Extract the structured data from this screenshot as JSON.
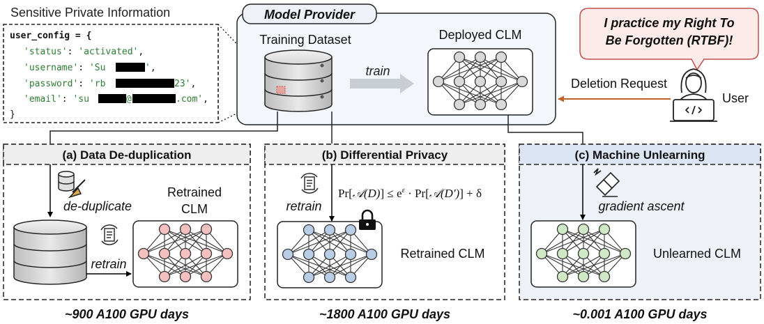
{
  "sensitive_title": "Sensitive Private Information",
  "code": {
    "line1": "user_config = {",
    "key_status": "'status'",
    "val_status": "'activated'",
    "key_username": "'username'",
    "val_username_prefix": "'Su",
    "key_password": "'password'",
    "val_password_prefix": "'rb",
    "val_password_suffix": "23'",
    "key_email": "'email'",
    "val_email_prefix": "'su",
    "val_email_at": "@",
    "val_email_suffix": ".com'",
    "colon": ":",
    "comma": ",",
    "close": "}"
  },
  "model_provider": {
    "title": "Model Provider",
    "training_dataset": "Training Dataset",
    "train_label": "train",
    "deployed_clm": "Deployed CLM"
  },
  "user": {
    "speech_line1": "I practice my Right To",
    "speech_line2": "Be Forgotten (RTBF)!",
    "deletion_request": "Deletion Request",
    "label": "User"
  },
  "panels": [
    {
      "title": "(a) Data De-duplication",
      "step_label": "de-duplicate",
      "retrain_label": "retrain",
      "result_line1": "Retrained",
      "result_line2": "CLM",
      "cost": "~900 A100 GPU days",
      "node_color": "#f4bfbf"
    },
    {
      "title": "(b) Differential Privacy",
      "retrain_label": "retrain",
      "formula_pr1": "Pr[",
      "formula_a1": "𝒜(D)",
      "formula_mid": "] ≤ e",
      "formula_eps": "ε",
      "formula_dot": " · Pr[",
      "formula_a2": "𝒜(D′)",
      "formula_end": "] + δ",
      "result": "Retrained CLM",
      "cost": "~1800 A100 GPU days",
      "node_color": "#b9cde6"
    },
    {
      "title": "(c) Machine Unlearning",
      "step_label": "gradient ascent",
      "result": "Unlearned CLM",
      "cost": "~0.001 A100 GPU days",
      "node_color": "#cfe8c6"
    }
  ],
  "colors": {
    "panel_header_gray": "#eeeeee",
    "panel_header_blue": "#dbe5f3",
    "panel_c_bg": "#eef2f8",
    "provider_bg": "#f3f6fb",
    "speech_bg": "#fcebe8",
    "speech_border": "#c0504d",
    "code_key": "#2e7d32",
    "deletion_arrow": "#c0622c",
    "train_arrow": "#c9ced4",
    "deployed_node": "#d9d9d9",
    "private_mark": "#e6a59f"
  }
}
